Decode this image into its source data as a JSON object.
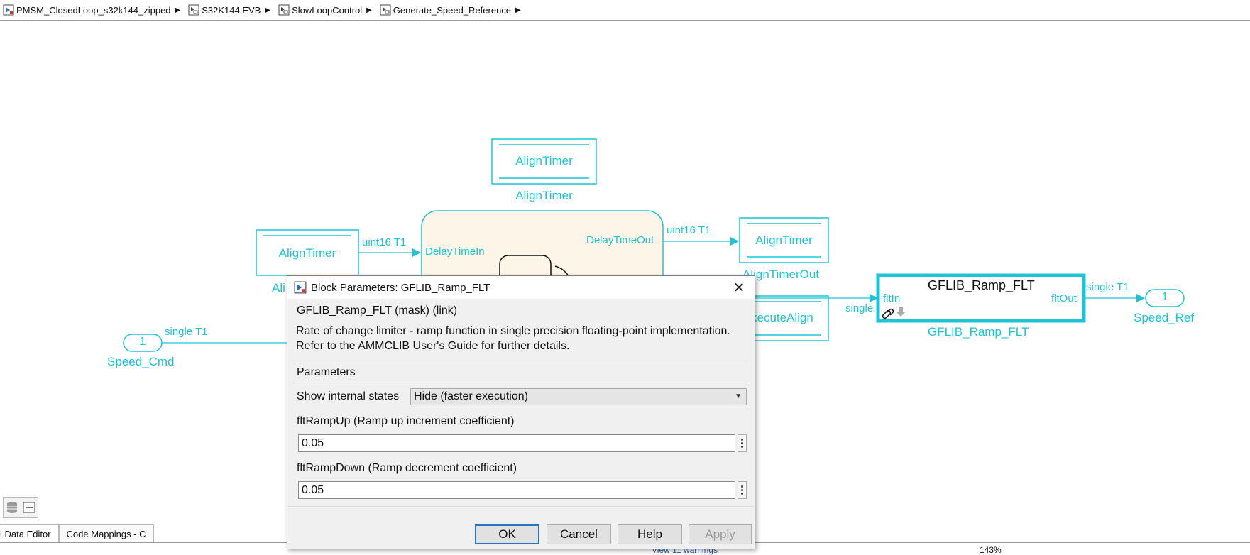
{
  "breadcrumb": [
    {
      "label": "PMSM_ClosedLoop_s32k144_zipped"
    },
    {
      "label": "S32K144 EVB"
    },
    {
      "label": "SlowLoopControl"
    },
    {
      "label": "Generate_Speed_Reference"
    }
  ],
  "diagram": {
    "align_timer_top": {
      "text": "AlignTimer",
      "name": "AlignTimer"
    },
    "align_timer_left": {
      "text": "AlignTimer",
      "name_partial": "Ali"
    },
    "align_timer_right": {
      "text": "AlignTimer",
      "name": "AlignTimerOut"
    },
    "execute_align": {
      "text": "xecuteAlign"
    },
    "chart": {
      "in_port": "DelayTimeIn",
      "out_port": "DelayTimeOut"
    },
    "signals": {
      "left_to_chart": "uint16 T1",
      "chart_to_right": "uint16 T1",
      "speed_cmd_out": "single T1",
      "to_ramp_partial": "single",
      "ramp_out": "single T1"
    },
    "speed_cmd": {
      "number": "1",
      "name": "Speed_Cmd"
    },
    "speed_ref": {
      "number": "1",
      "name": "Speed_Ref"
    },
    "gflib_block": {
      "title": "GFLIB_Ramp_FLT",
      "in_port": "fltIn",
      "out_port": "fltOut",
      "name": "GFLIB_Ramp_FLT"
    }
  },
  "colors": {
    "signal": "#1ec4d6",
    "chart_fill": "#fdf6e8",
    "selected": "#1ec4d6",
    "ok_border": "#2c73c6"
  },
  "bottom_tabs": [
    {
      "label": "l Data Editor"
    },
    {
      "label": "Code Mappings - C"
    }
  ],
  "status_partial": [
    "View 11 warnings",
    "143%"
  ],
  "dialog": {
    "title": "Block Parameters: GFLIB_Ramp_FLT",
    "mask_title": "GFLIB_Ramp_FLT (mask) (link)",
    "description": "Rate of change limiter - ramp function in single precision floating-point implementation. Refer to the AMMCLIB User's Guide for further details.",
    "params_title": "Parameters",
    "show_states_label": "Show internal states",
    "show_states_value": "Hide (faster execution)",
    "ramp_up_label": "fltRampUp (Ramp up increment coefficient)",
    "ramp_up_value": "0.05",
    "ramp_down_label": "fltRampDown (Ramp decrement coefficient)",
    "ramp_down_value": "0.05",
    "buttons": {
      "ok": "OK",
      "cancel": "Cancel",
      "help": "Help",
      "apply": "Apply"
    }
  }
}
